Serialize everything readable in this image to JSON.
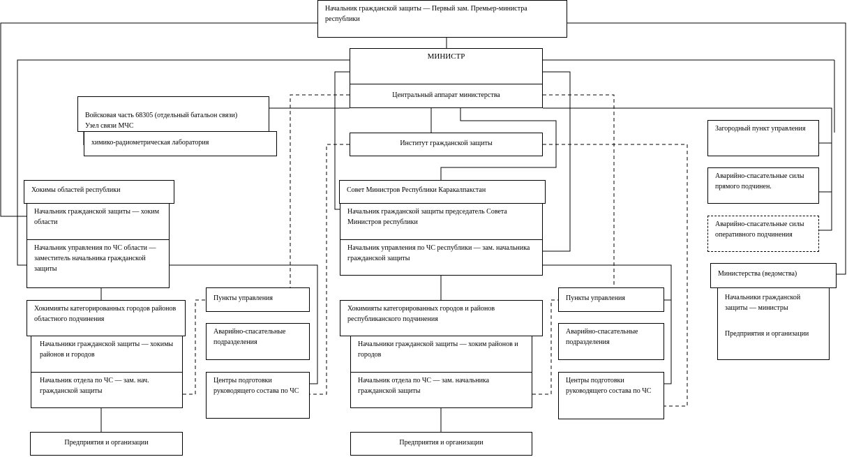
{
  "top": {
    "civil_defense_head": "Начальник гражданской защиты —  Первый  зам.  Премьер-министра республики"
  },
  "ministry": {
    "minister": "МИНИСТР",
    "central_apparatus": "Центральный аппарат  министерства",
    "institute": "Институт  гражданской защиты"
  },
  "military": {
    "unit": "Войсковая часть 68305  (отдельный батальон связи)\nУзел связи МЧС",
    "lab": "химико-радиометрическая  лаборатория"
  },
  "right_column": {
    "suburban_center": "Загородный пункт управления",
    "rescue_direct": "Аварийно-спасательные силы прямого подчинен.",
    "rescue_operational": "Аварийно-спасательные силы оперативного подчинения",
    "ministries": "Министерства (ведомства)",
    "ministries_heads": "Начальники гражданской защиты  — министры",
    "ministries_enterprises": "Предприятия и организации"
  },
  "regions": {
    "khokims": "Хокимы областей республики",
    "civil_defense_head": "Начальник гражданской защиты — хоким области",
    "emergency_head": "Начальник управления по ЧС области — заместитель начальника гражданской  защиты",
    "city_khokims": "Хокимияты категорированных городов районов областного подчинения",
    "city_civil_heads": "Начальники гражданской защиты   — хокимы районов и городов",
    "city_dept_head": "Начальник отдела по ЧС   —  зам. нач. гражданской защиты",
    "enterprises": "Предприятия и организации",
    "control_points": "Пункты управления",
    "rescue_units": "Аварийно-спасательные подразделения",
    "training_centers": "Центры подготовки руководящего состава по ЧС"
  },
  "karakalpakstan": {
    "council": "Совет Министров Республики Каракалпакстан",
    "civil_defense_head": "Начальник гражданской защиты  председатель Совета Министров  республики",
    "emergency_head": "Начальник управления по ЧС республики  — зам. начальника  гражданской защиты",
    "city_khokims": "Хокимияты категорированных    городов и районов республиканского   подчинения",
    "city_civil_heads": "Начальники гражданской   защиты  —  хоким районов и  городов",
    "city_dept_head": "Начальник отдела по ЧС  —  зам. начальника гражданской  защиты",
    "enterprises": "Предприятия и организации",
    "control_points": "Пункты управления",
    "rescue_units": "Аварийно-спасательные подразделения",
    "training_centers": "Центры подготовки руководящего состава по ЧС"
  }
}
